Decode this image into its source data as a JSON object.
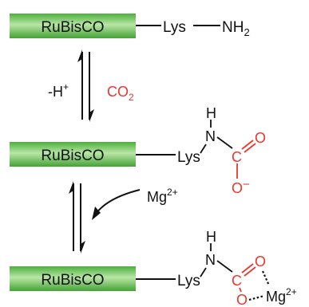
{
  "colors": {
    "box_green": "#4caf3c",
    "box_green_light": "#b9e6a6",
    "black": "#111111",
    "red": "#e8382f"
  },
  "states": [
    {
      "enzyme": "RuBisCO",
      "residue": "Lys",
      "group": "NH",
      "group_sub": "2"
    },
    {
      "enzyme": "RuBisCO",
      "residue": "Lys",
      "nh": "H",
      "n": "N",
      "c": "C",
      "o_double": "O",
      "o_single": "O",
      "charge": "−"
    },
    {
      "enzyme": "RuBisCO",
      "residue": "Lys",
      "nh": "H",
      "n": "N",
      "c": "C",
      "o_top": "O",
      "o_bottom": "O",
      "metal": "Mg",
      "metal_sup": "2+"
    }
  ],
  "step1": {
    "left_label": "-H",
    "left_sup": "+",
    "right_label": "CO",
    "right_sub": "2"
  },
  "step2": {
    "metal": "Mg",
    "metal_sup": "2+"
  }
}
